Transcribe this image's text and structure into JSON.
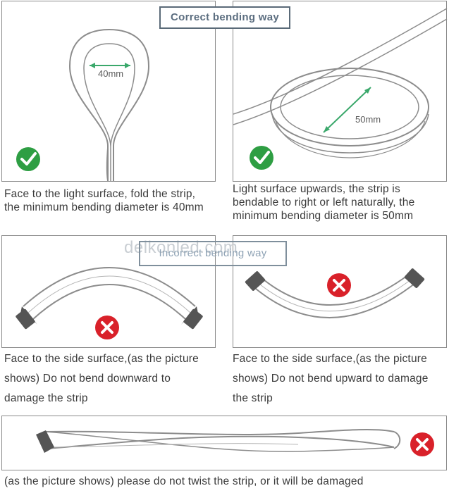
{
  "correct": {
    "title": "Correct bending way",
    "left": {
      "dimension": "40mm",
      "caption_line1": "Face to the light surface, fold the strip,",
      "caption_line2": "the minimum bending diameter is 40mm"
    },
    "right": {
      "dimension": "50mm",
      "caption_line1": "Light surface upwards, the strip is",
      "caption_line2": "bendable to right or left naturally, the",
      "caption_line3": "minimum bending diameter is 50mm"
    }
  },
  "incorrect": {
    "title": "Incorrect bending way",
    "watermark": "delkonled.com",
    "left": {
      "caption_line1": "Face to the side surface,(as the picture",
      "caption_line2": "shows) Do not bend downward to",
      "caption_line3": "damage the strip"
    },
    "right": {
      "caption_line1": "Face to the side surface,(as the picture",
      "caption_line2": "shows) Do not bend upward to damage",
      "caption_line3": "the strip"
    },
    "bottom": {
      "caption": "(as the picture shows) please do not twist the strip, or it will be damaged"
    }
  },
  "colors": {
    "check_green": "#2e9e43",
    "cross_red": "#d9212a",
    "dimension_arrow": "#3aa86b",
    "strip_outline": "#8c8c8c",
    "strip_end_cap": "#555555"
  },
  "icons": {
    "correct": "check-circle-icon",
    "incorrect": "cross-circle-icon"
  }
}
